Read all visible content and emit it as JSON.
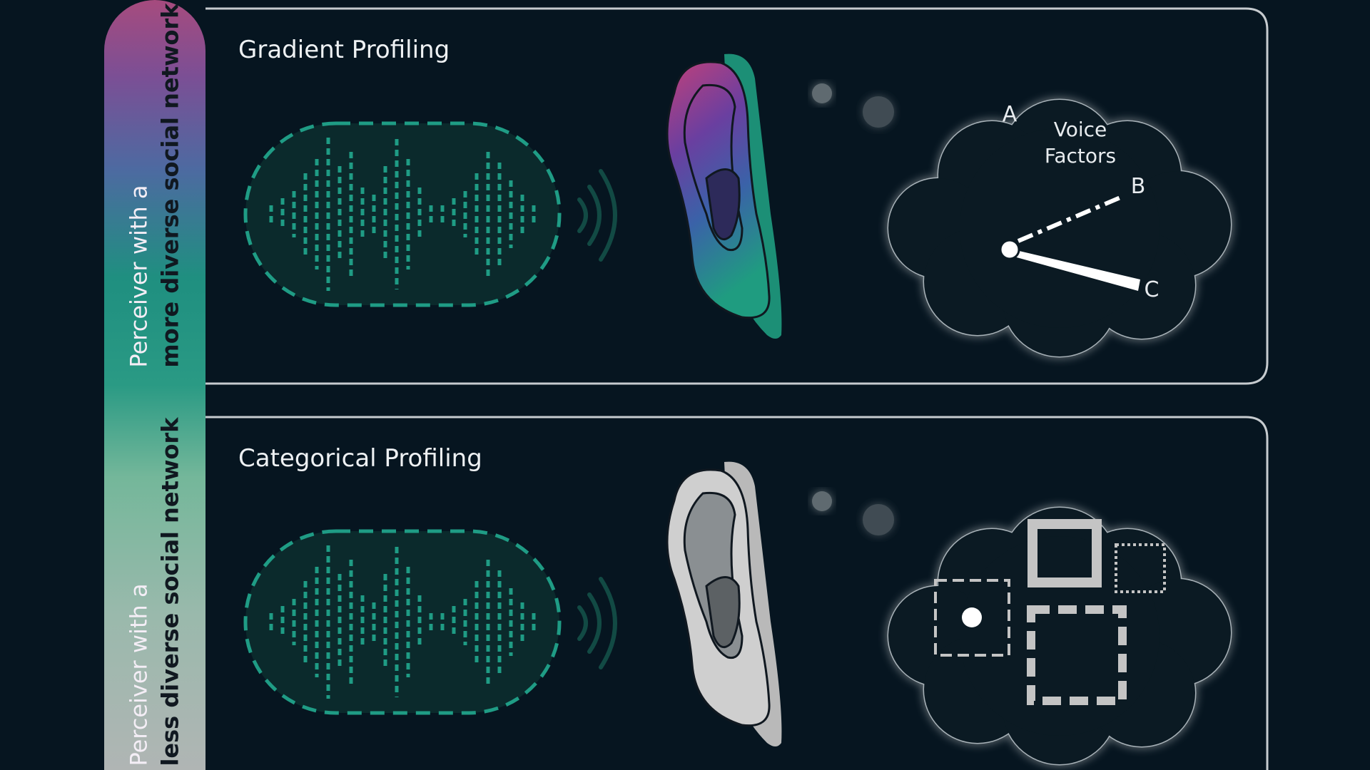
{
  "sidebar": {
    "top_label_line1": "Perceiver with a",
    "top_label_line2": "more diverse social network",
    "bottom_label_line1": "Perceiver with a",
    "bottom_label_line2": "less diverse social network"
  },
  "panels": [
    {
      "title": "Gradient Profiling"
    },
    {
      "title": "Categorical Profiling"
    }
  ],
  "voice_factors": {
    "title_line1": "Voice",
    "title_line2": "Factors",
    "axis_a": "A",
    "axis_b": "B",
    "axis_c": "C"
  },
  "colors": {
    "background": "#061520",
    "teal": "#1f8f80",
    "magenta": "#b0487f",
    "gray": "#c9c9c9"
  }
}
